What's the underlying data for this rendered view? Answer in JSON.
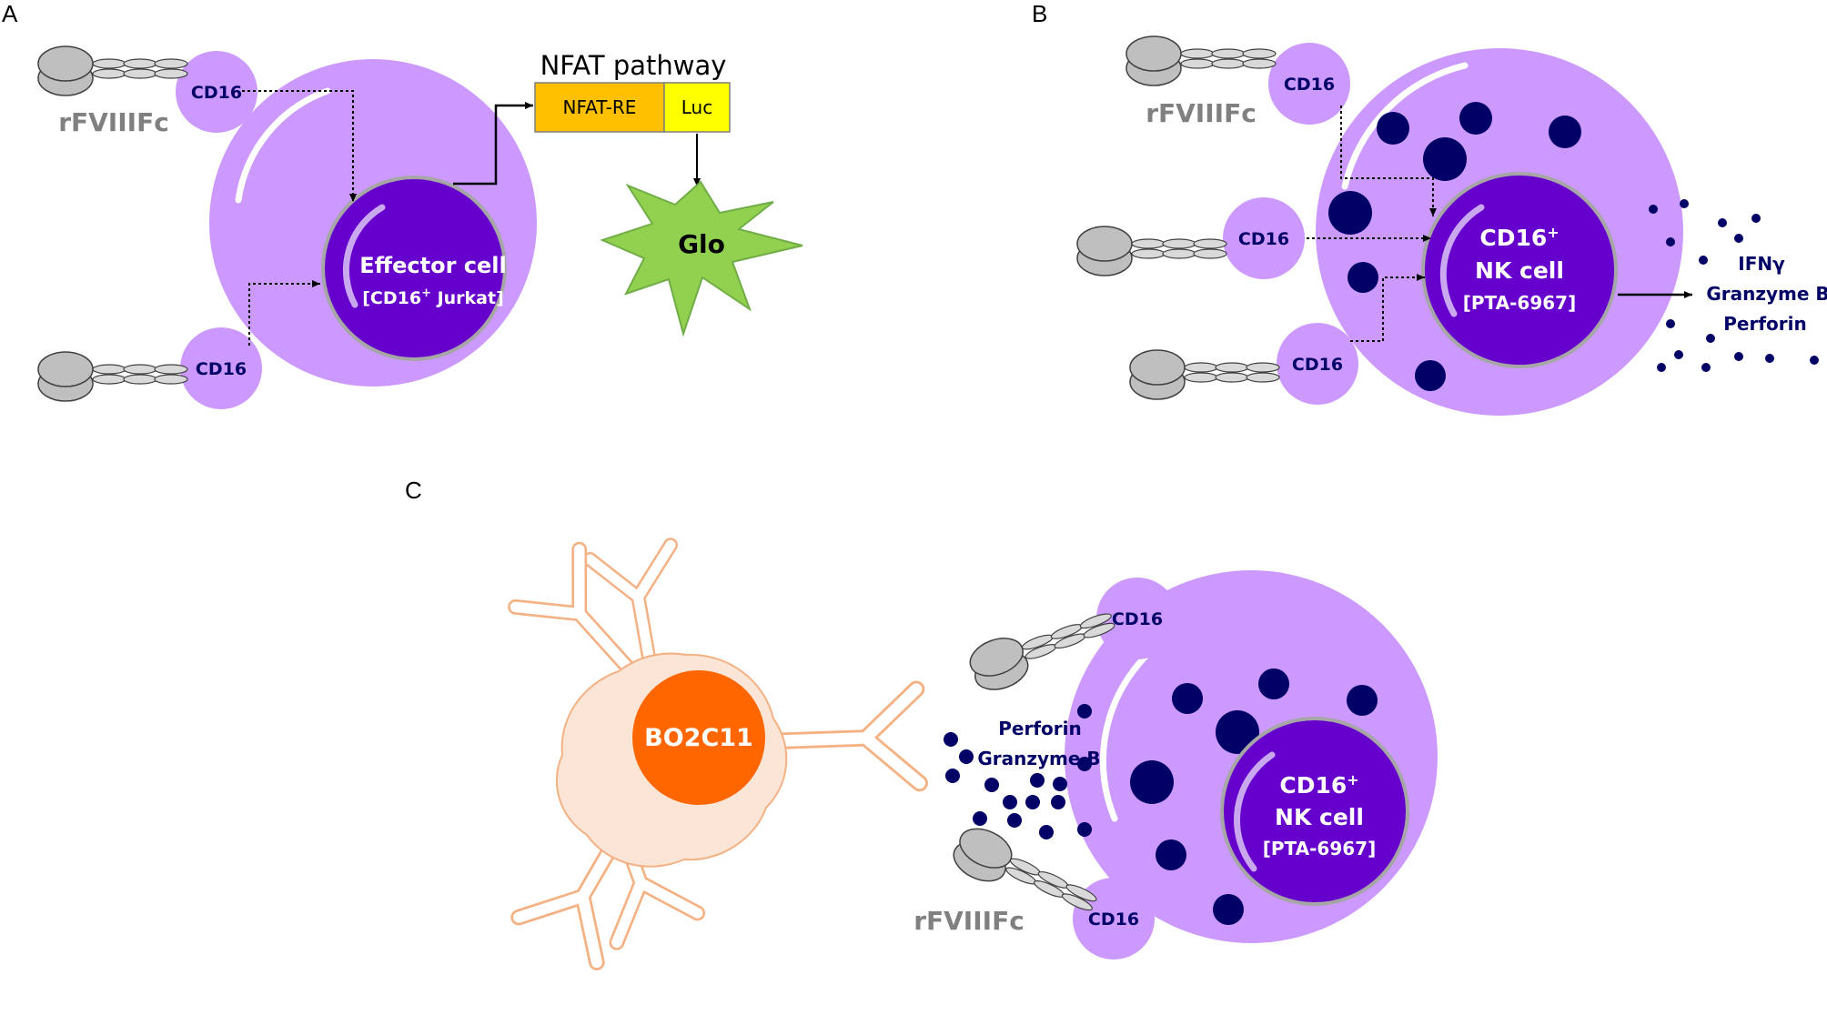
{
  "panels": {
    "A": {
      "letter": "A",
      "ligand_label": "rFVIIIFc",
      "receptor_top": "CD16",
      "receptor_bottom": "CD16",
      "cell_title": "Effector cell",
      "cell_subtitle_pre": "[CD16",
      "cell_subtitle_sup": "+",
      "cell_subtitle_post": " Jurkat]",
      "pathway_title": "NFAT pathway",
      "box_re": "NFAT-RE",
      "box_luc": "Luc",
      "signal": "Glo"
    },
    "B": {
      "letter": "B",
      "ligand_label": "rFVIIIFc",
      "receptor_1": "CD16",
      "receptor_2": "CD16",
      "receptor_3": "CD16",
      "cell_line1": "CD16",
      "cell_line1_sup": "+",
      "cell_line2": "NK cell",
      "cell_line3": "[PTA-6967]",
      "release_1": "IFNγ",
      "release_2": "Granzyme B",
      "release_3": "Perforin"
    },
    "C": {
      "letter": "C",
      "target_label": "BO2C11",
      "ligand_label": "rFVIIIFc",
      "receptor_top": "CD16",
      "receptor_bottom": "CD16",
      "release_1": "Perforin",
      "release_2": "Granzyme B",
      "cell_line1": "CD16",
      "cell_line1_sup": "+",
      "cell_line2": "NK cell",
      "cell_line3": "[PTA-6967]"
    }
  },
  "colors": {
    "cell_body": "#CC99FF",
    "nucleus": "#6600CC",
    "granule": "#000066",
    "label_blue": "#000066",
    "ligand_gray": "#808080",
    "nfat_box": "#FFC000",
    "luc_box": "#FFFF00",
    "glo_star": "#92D050",
    "target_body": "#FBE5D6",
    "target_nucleus": "#FF6600",
    "antibody": "#F4B183"
  }
}
